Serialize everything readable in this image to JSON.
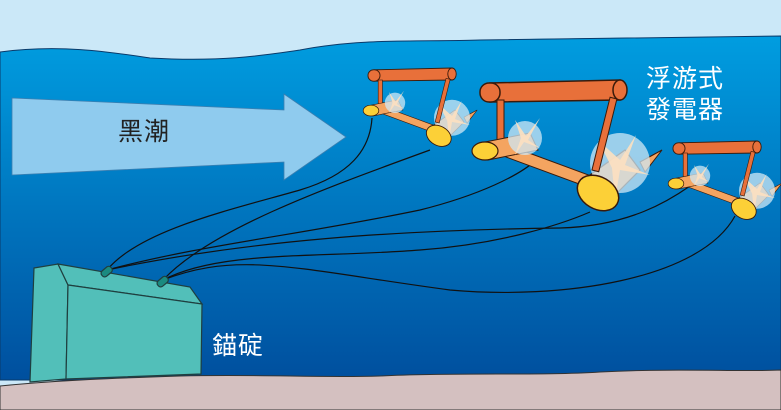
{
  "labels": {
    "current": "黑潮",
    "generator_line1": "浮游式",
    "generator_line2": "發電器",
    "anchor": "錨碇"
  },
  "colors": {
    "sky": "#cbe8f8",
    "sea_top": "#0099dd",
    "sea_bottom": "#0050a0",
    "seabed": "#d4c0c0",
    "arrow": "#8fcbee",
    "anchor_block": "#52bfb9",
    "bar": "#e8703a",
    "body": "#f4a460",
    "nose": "#fcd037"
  }
}
